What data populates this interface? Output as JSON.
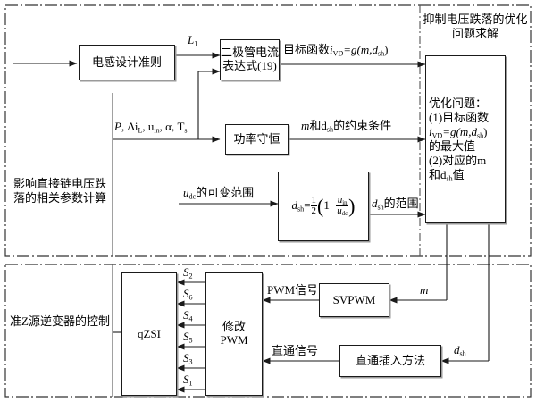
{
  "diagram": {
    "title_top_panel": "抑制电压跌落的优化问题求解",
    "label_left_top": "影响直接链电压跌落的相关参数计算",
    "label_left_bottom": "准Z源逆变器的控制"
  },
  "boxes": {
    "inductor_design": "电感设计准则",
    "diode_current_line1": "二极管电流",
    "diode_current_line2": "表达式(19)",
    "power_conservation": "功率守恒",
    "dsh_formula_lhs": "d",
    "dsh_formula_lhs_sub": "sh",
    "dsh_formula_eq": "=",
    "dsh_formula_num": "1",
    "dsh_formula_den": "2",
    "dsh_formula_one": "1",
    "dsh_formula_minus": "−",
    "dsh_formula_frac_num": "u",
    "dsh_formula_frac_num_sub": "in",
    "dsh_formula_frac_den": "u",
    "dsh_formula_frac_den_sub": "dc",
    "optimization_l1": "优化问题：",
    "optimization_l2": "(1)目标函数",
    "optimization_l3_a": "i",
    "optimization_l3_a_sub": "VD",
    "optimization_l3_b": "=g(m,d",
    "optimization_l3_b_sub": "sh",
    "optimization_l3_c": ")",
    "optimization_l4": "的最大值",
    "optimization_l5": "(2)对应的m",
    "optimization_l6_a": "和d",
    "optimization_l6_a_sub": "sh",
    "optimization_l6_b": "值",
    "qzsi": "qZSI",
    "modify_pwm_l1": "修改",
    "modify_pwm_l2": "PWM",
    "svpwm": "SVPWM",
    "shoot_through_insert": "直通插入方法"
  },
  "edge_labels": {
    "L1": "L",
    "L1_sub": "1",
    "params_P": "P",
    "params_di": ", Δi",
    "params_di_sub": "L",
    "params_uin": ", u",
    "params_uin_sub": "in",
    "params_alpha": ", α",
    "params_Ts": ", T",
    "params_Ts_sub": "s",
    "objective_fn_a": "目标函数",
    "objective_fn_b": "i",
    "objective_fn_b_sub": "VD",
    "objective_fn_c": "=g(m,d",
    "objective_fn_c_sub": "sh",
    "objective_fn_d": ")",
    "constraint_a": "m",
    "constraint_b": "和d",
    "constraint_b_sub": "sh",
    "constraint_c": "的约束条件",
    "udc_range_a": "u",
    "udc_range_a_sub": "dc",
    "udc_range_b": "的可变范围",
    "dsh_range_a": "d",
    "dsh_range_a_sub": "sh",
    "dsh_range_b": "的范围",
    "pwm_signal": "PWM信号",
    "shoot_through_signal": "直通信号",
    "m_value": "m",
    "dsh_value": "d",
    "dsh_value_sub": "sh"
  },
  "switch_signals": [
    {
      "name": "S",
      "sub": "2"
    },
    {
      "name": "S",
      "sub": "6"
    },
    {
      "name": "S",
      "sub": "4"
    },
    {
      "name": "S",
      "sub": "5"
    },
    {
      "name": "S",
      "sub": "3"
    },
    {
      "name": "S",
      "sub": "1"
    }
  ],
  "colors": {
    "line": "#1a1a1a",
    "shadow": "#9a9a9a",
    "panel_border": "#333333",
    "background": "#ffffff"
  }
}
